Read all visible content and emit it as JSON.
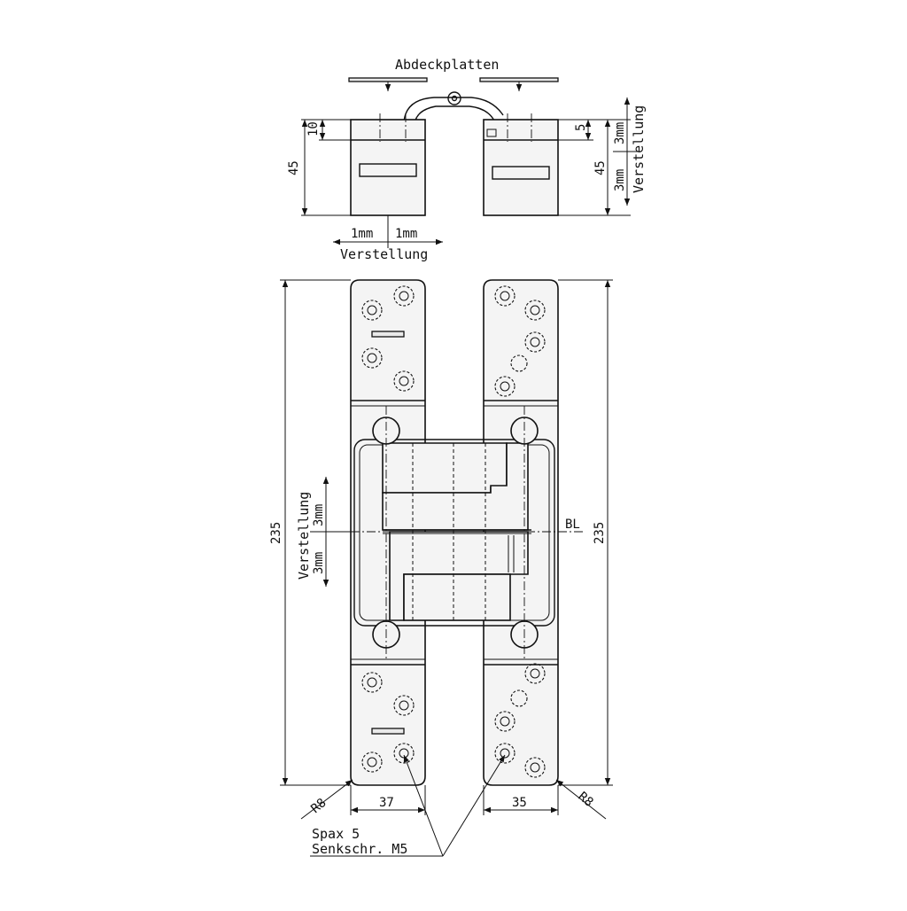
{
  "labels": {
    "abdeckplatten": "Abdeckplatten",
    "verstellung_top": "Verstellung",
    "verstellung_right": "Verstellung",
    "verstellung_left": "Verstellung",
    "spax": "Spax 5",
    "senkschr": "Senkschr. M5",
    "bl": "BL"
  },
  "dimensions": {
    "top_height_left": "45",
    "top_height_right": "45",
    "top_plate_left": "10",
    "top_plate_right": "5",
    "adj_1mm_left": "1mm",
    "adj_1mm_right": "1mm",
    "adj_3mm_right_top": "3mm",
    "adj_3mm_right_bottom": "3mm",
    "adj_3mm_left_a": "3mm",
    "adj_3mm_left_b": "3mm",
    "length_left": "235",
    "length_right": "235",
    "width_left": "37",
    "width_right": "35",
    "radius_left": "R8",
    "radius_right": "R8"
  }
}
